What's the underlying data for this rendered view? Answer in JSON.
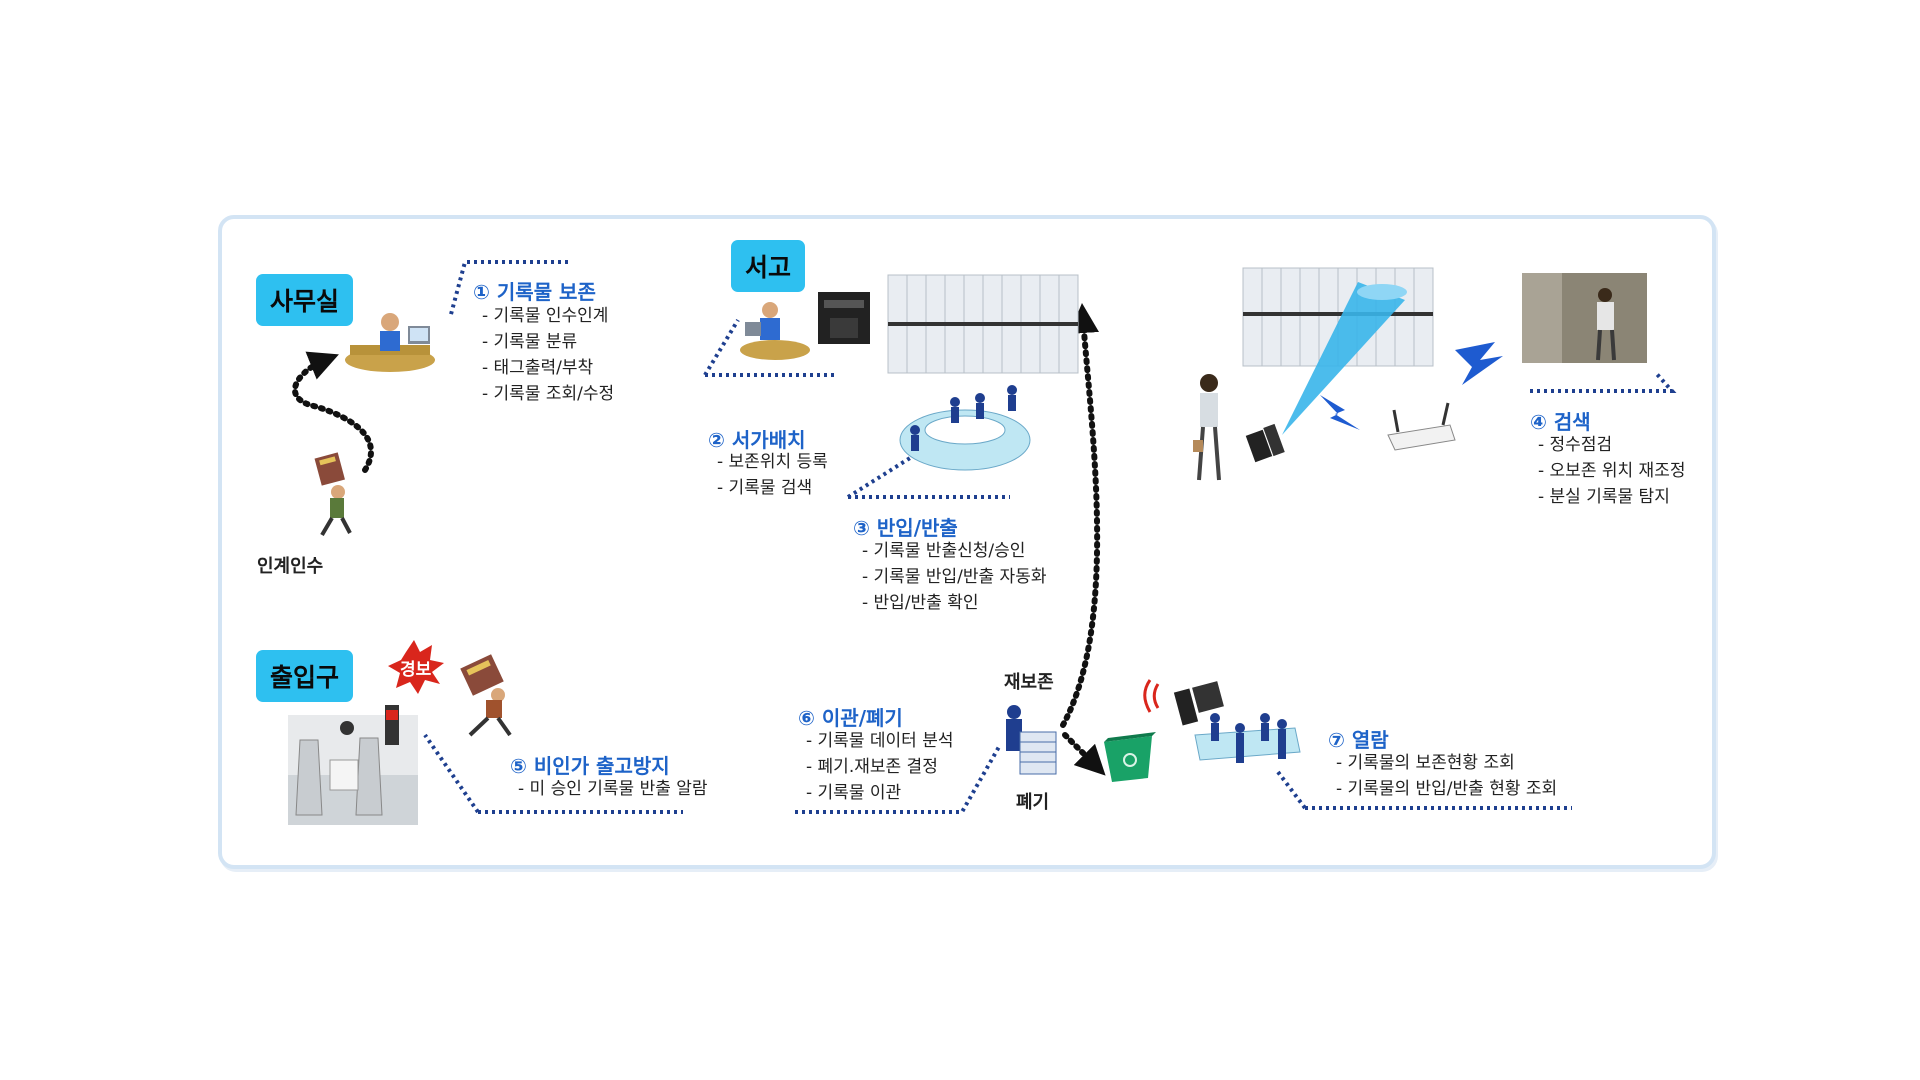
{
  "areas": {
    "office": "사무실",
    "storage": "서고",
    "entrance": "출입구"
  },
  "labels": {
    "handover": "인계인수",
    "represerve": "재보존",
    "dispose": "폐기",
    "alarm": "경보"
  },
  "steps": [
    {
      "title": "① 기록물 보존",
      "items": [
        "기록물 인수인계",
        "기록물 분류",
        "태그출력/부착",
        "기록물 조회/수정"
      ]
    },
    {
      "title": "② 서가배치",
      "items": [
        "보존위치 등록",
        "기록물 검색"
      ]
    },
    {
      "title": "③ 반입/반출",
      "items": [
        "기록물 반출신청/승인",
        "기록물 반입/반출 자동화",
        "반입/반출 확인"
      ]
    },
    {
      "title": "④ 검색",
      "items": [
        "정수점검",
        "오보존 위치 재조정",
        "분실 기록물 탐지"
      ]
    },
    {
      "title": "⑤ 비인가 출고방지",
      "items": [
        "미 승인 기록물 반출 알람"
      ]
    },
    {
      "title": "⑥ 이관/폐기",
      "items": [
        "기록물 데이터 분석",
        "폐기.재보존 결정",
        "기록물 이관"
      ]
    },
    {
      "title": "⑦ 열람",
      "items": [
        "기록물의 보존현황 조회",
        "기록물의 반입/반출 현황 조회"
      ]
    }
  ],
  "colors": {
    "accent": "#2ec0f0",
    "title": "#1e63c8",
    "dotted": "#1e3f8f",
    "frame": "#d3e4f4"
  }
}
